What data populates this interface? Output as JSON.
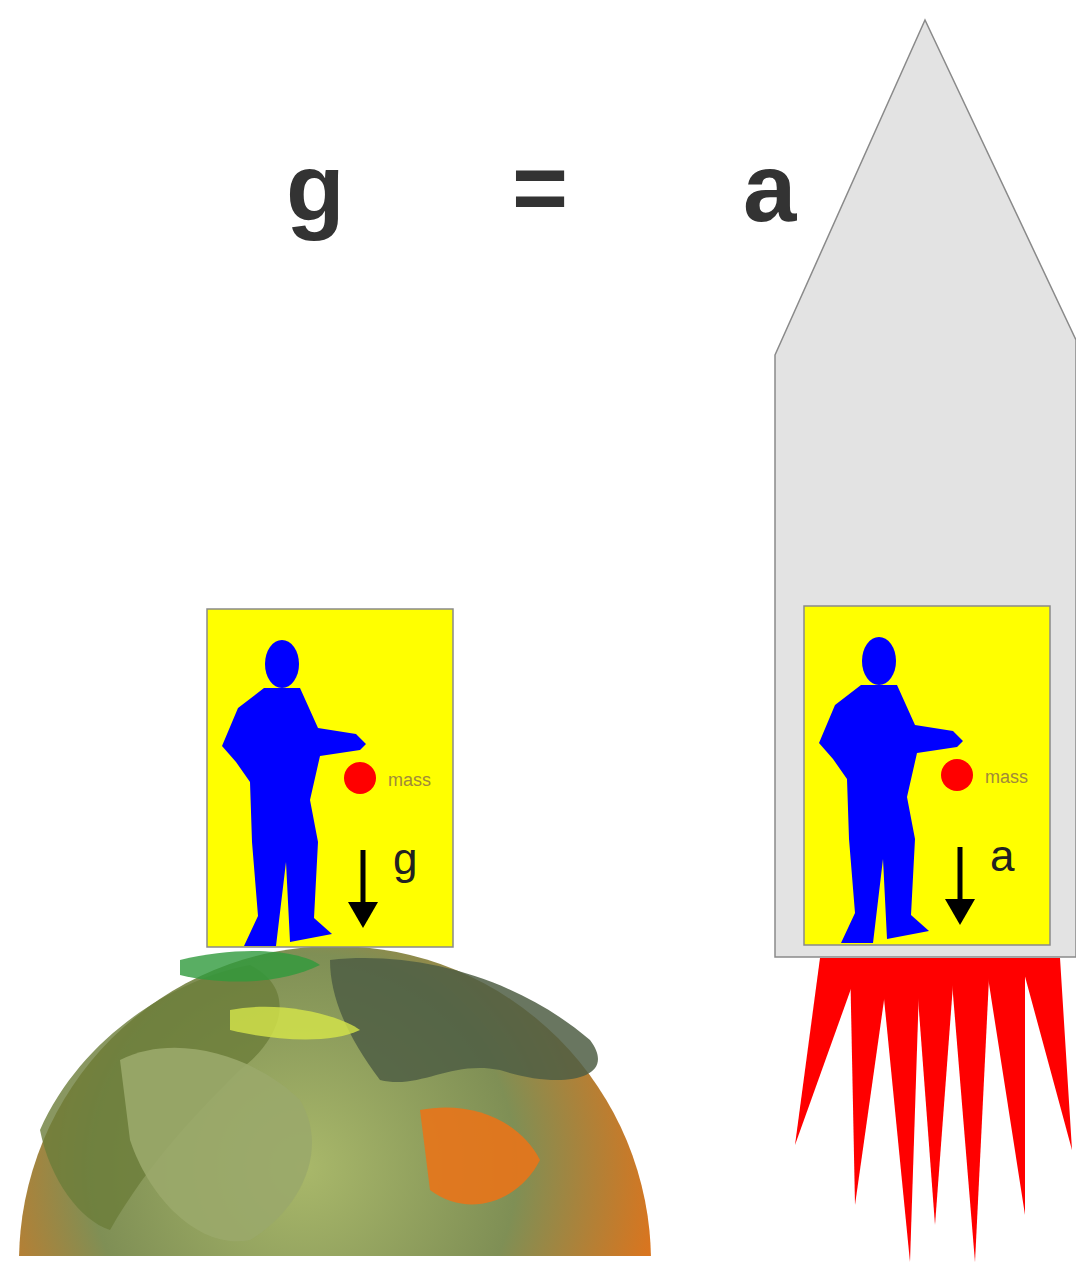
{
  "diagram": {
    "nodes": [
      {
        "text": [
          "mass",
          "g"
        ]
      },
      {
        "text": [
          "mass",
          "a"
        ]
      }
    ],
    "labels": [
      "g",
      "=",
      "a"
    ]
  }
}
